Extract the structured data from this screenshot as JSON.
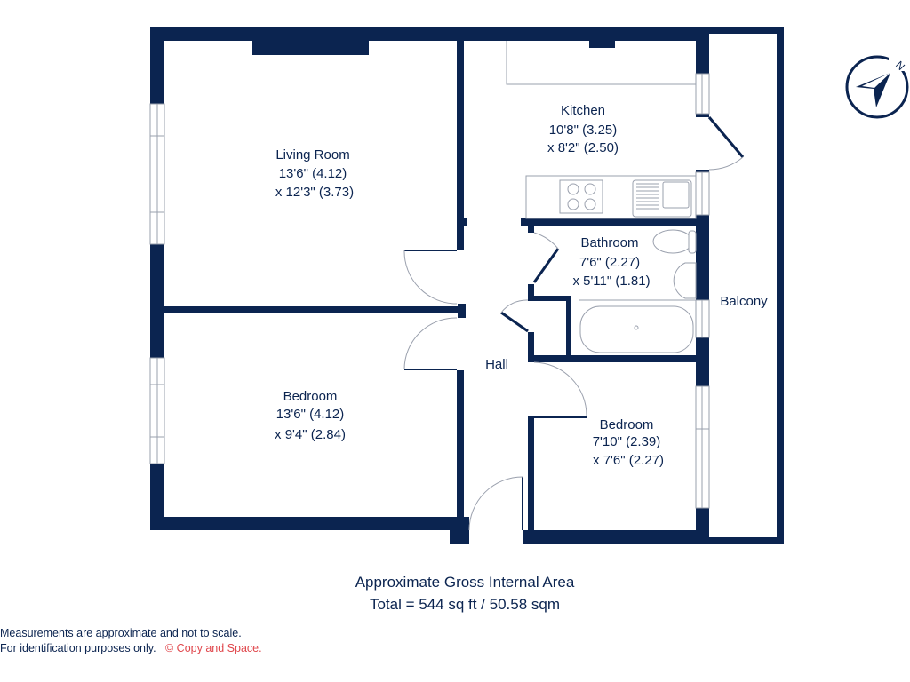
{
  "colors": {
    "wall": "#0b2450",
    "copyright": "#e0474c"
  },
  "rooms": {
    "living_room": {
      "name": "Living Room",
      "dim1": "13'6\" (4.12)",
      "dim2": "x 12'3\" (3.73)"
    },
    "kitchen": {
      "name": "Kitchen",
      "dim1": "10'8\" (3.25)",
      "dim2": "x 8'2\" (2.50)"
    },
    "bathroom": {
      "name": "Bathroom",
      "dim1": "7'6\" (2.27)",
      "dim2": "x 5'11\" (1.81)"
    },
    "balcony": {
      "name": "Balcony"
    },
    "hall": {
      "name": "Hall"
    },
    "bedroom1": {
      "name": "Bedroom",
      "dim1": "13'6\" (4.12)",
      "dim2": "x 9'4\" (2.84)"
    },
    "bedroom2": {
      "name": "Bedroom",
      "dim1": "7'10\" (2.39)",
      "dim2": "x 7'6\" (2.27)"
    }
  },
  "compass": {
    "label": "N",
    "icon": "north-arrow-icon"
  },
  "area": {
    "title": "Approximate Gross Internal Area",
    "total": "Total = 544 sq ft / 50.58 sqm"
  },
  "footer": {
    "line1": "Measurements are approximate and not to scale.",
    "line2": "For identification purposes only.",
    "copyright": "© Copy and Space."
  }
}
